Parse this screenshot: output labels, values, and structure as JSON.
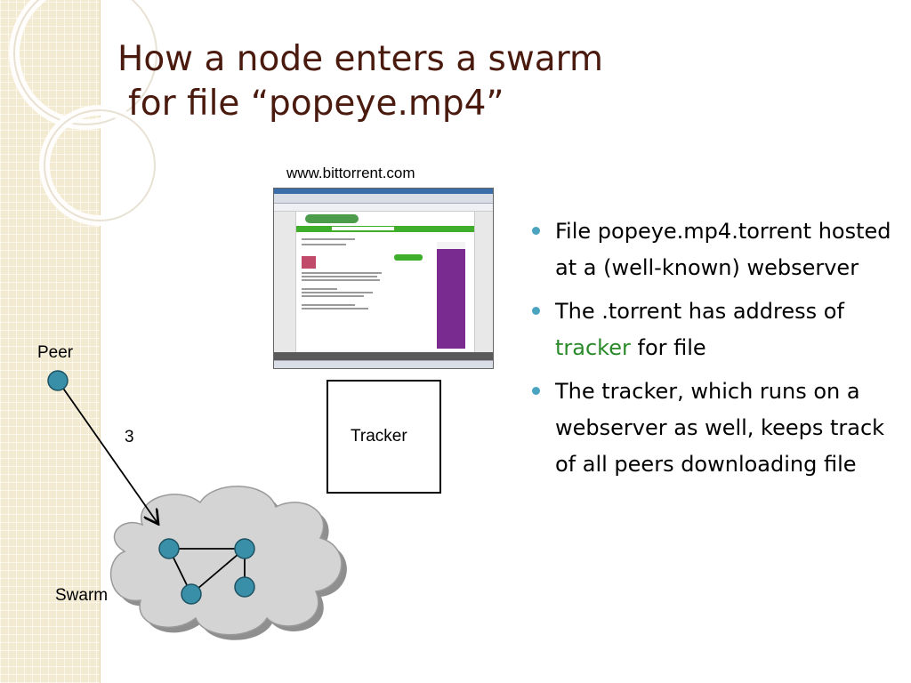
{
  "slide": {
    "title_line1": "How a node enters a swarm",
    "title_line2": "for file “popeye.mp4”",
    "url_caption": "www.bittorrent.com",
    "tracker_label": "Tracker",
    "peer_label": "Peer",
    "step_label": "3",
    "swarm_label": "Swarm",
    "bullets": [
      {
        "text": "File popeye.mp4.torrent hosted at a (well-known) webserver"
      },
      {
        "pre": "The .torrent has address of ",
        "highlight": "tracker",
        "post": " for file"
      },
      {
        "text": "The tracker, which runs on a webserver as well, keeps track of all peers downloading file"
      }
    ],
    "colors": {
      "title": "#4a1a0e",
      "bullet": "#4aa3bf",
      "node_fill": "#3a8fa8",
      "highlight": "#2a8a2a",
      "cloud_fill": "#d4d4d4"
    }
  }
}
